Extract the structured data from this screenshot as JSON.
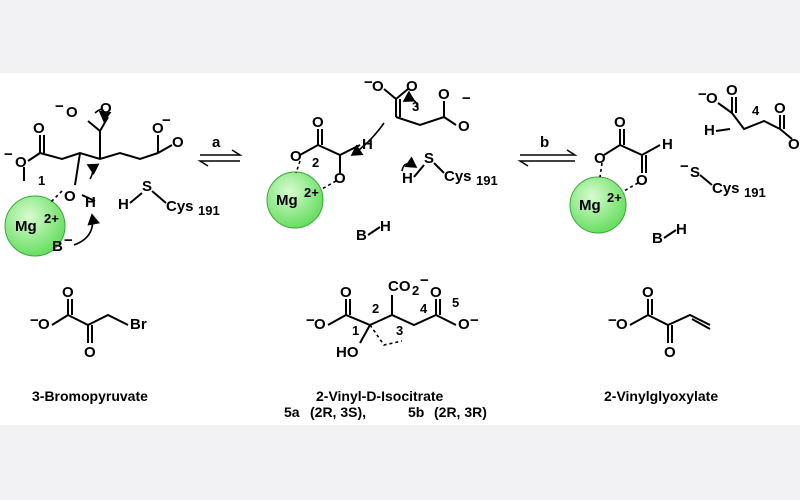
{
  "scheme": {
    "step_a": "a",
    "step_b": "b",
    "mg_ion": "Mg",
    "mg_charge": "2+",
    "cys_label": "Cys",
    "cys_number": "191",
    "atom_o": "O",
    "atom_h": "H",
    "atom_s": "S",
    "atom_b": "B",
    "minus": "−",
    "carbon_numbers": [
      "1",
      "2",
      "3",
      "4"
    ]
  },
  "compounds": [
    {
      "name": "3-Bromopyruvate"
    },
    {
      "name": "2-Vinyl-D-Isocitrate"
    },
    {
      "name": "2-Vinylglyoxylate"
    }
  ],
  "isocitrate": {
    "co2": "CO",
    "co2_sub": "2",
    "ho": "HO",
    "numbers": [
      "1",
      "2",
      "3",
      "4",
      "5"
    ],
    "isomer_a": "5a",
    "isomer_a_config": "(2R, 3S),",
    "isomer_b": "5b",
    "isomer_b_config": "(2R, 3R)"
  },
  "bromopyruvate": {
    "br": "Br"
  },
  "colors": {
    "mg_fill": "#7ee87a",
    "mg_highlight": "#d8fbd2"
  }
}
